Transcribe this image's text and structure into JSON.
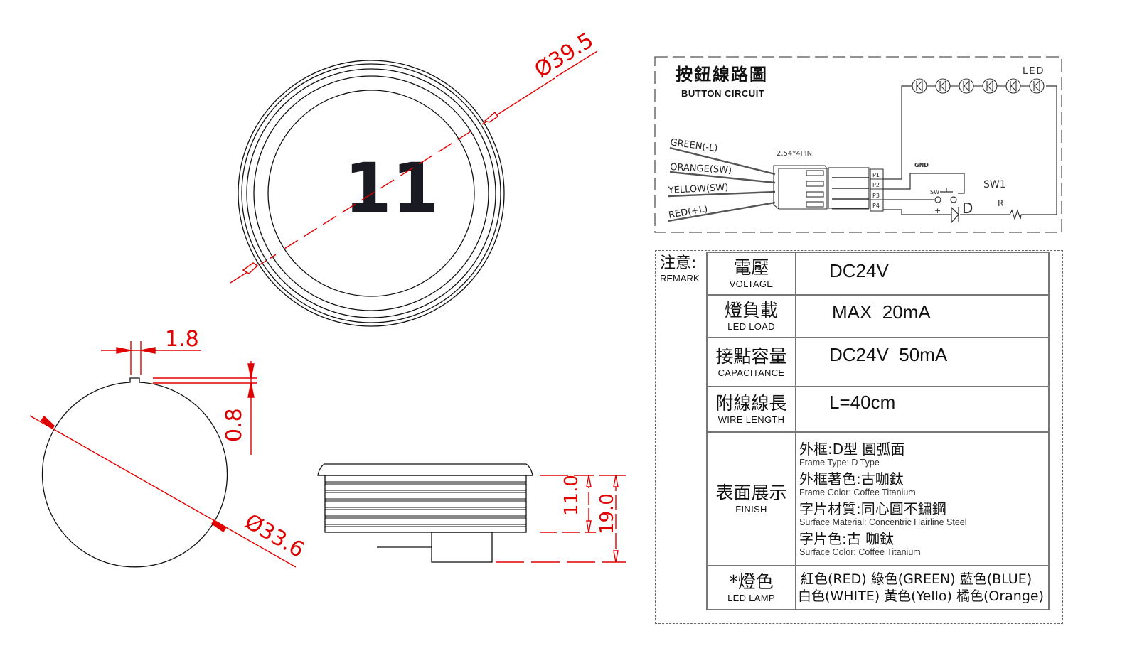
{
  "front_view": {
    "button_number": "11",
    "diameter_label": "Ø39.5"
  },
  "cutout_view": {
    "notch_width_label": "1.8",
    "notch_depth_label": "0.8",
    "diameter_label": "Ø33.6"
  },
  "side_view": {
    "body_height_label": "11.0",
    "total_height_label": "19.0"
  },
  "circuit": {
    "title_cn": "按鈕線路圖",
    "title_en": "BUTTON CIRCUIT",
    "wires": [
      "GREEN(-L)",
      "ORANGE(SW)",
      "YELLOW(SW)",
      "RED(+L)"
    ],
    "connector_label": "2.54*4PIN",
    "pins": [
      "P1",
      "P2",
      "P3",
      "P4"
    ],
    "gnd_label": "GND",
    "sw_small_label": "SW",
    "switch_label": "SW1",
    "led_label": "LED",
    "led_count": 6,
    "minus_sign": "-",
    "plus_sign": "+",
    "diode_label": "D",
    "resistor_label": "R"
  },
  "specs": {
    "remark_cn": "注意:",
    "remark_en": "REMARK",
    "rows": [
      {
        "key_cn": "電壓",
        "key_en": "VOLTAGE",
        "value": "DC24V"
      },
      {
        "key_cn": "燈負載",
        "key_en": "LED LOAD",
        "value": "MAX  20mA"
      },
      {
        "key_cn": "接點容量",
        "key_en": "CAPACITANCE",
        "value": "DC24V  50mA"
      },
      {
        "key_cn": "附線線長",
        "key_en": "WIRE LENGTH",
        "value": "L=40cm"
      }
    ],
    "finish": {
      "key_cn": "表面展示",
      "key_en": "FINISH",
      "items": [
        {
          "cn": "外框:D型 圓弧面",
          "en": "Frame Type: D Type"
        },
        {
          "cn": "外框著色:古咖鈦",
          "en": "Frame Color: Coffee Titanium"
        },
        {
          "cn": "字片材質:同心圓不鏽鋼",
          "en": "Surface Material: Concentric Hairline Steel"
        },
        {
          "cn": "字片色:古 咖鈦",
          "en": "Surface Color: Coffee Titanium"
        }
      ]
    },
    "lamp": {
      "key_cn": "*燈色",
      "key_en": "LED LAMP",
      "line1": "紅色(RED) 綠色(GREEN) 藍色(BLUE)",
      "line2": "白色(WHITE) 黃色(Yello) 橘色(Orange)"
    }
  },
  "colors": {
    "dimension": "#e00000",
    "outline": "#111111",
    "table_border": "#777777"
  }
}
